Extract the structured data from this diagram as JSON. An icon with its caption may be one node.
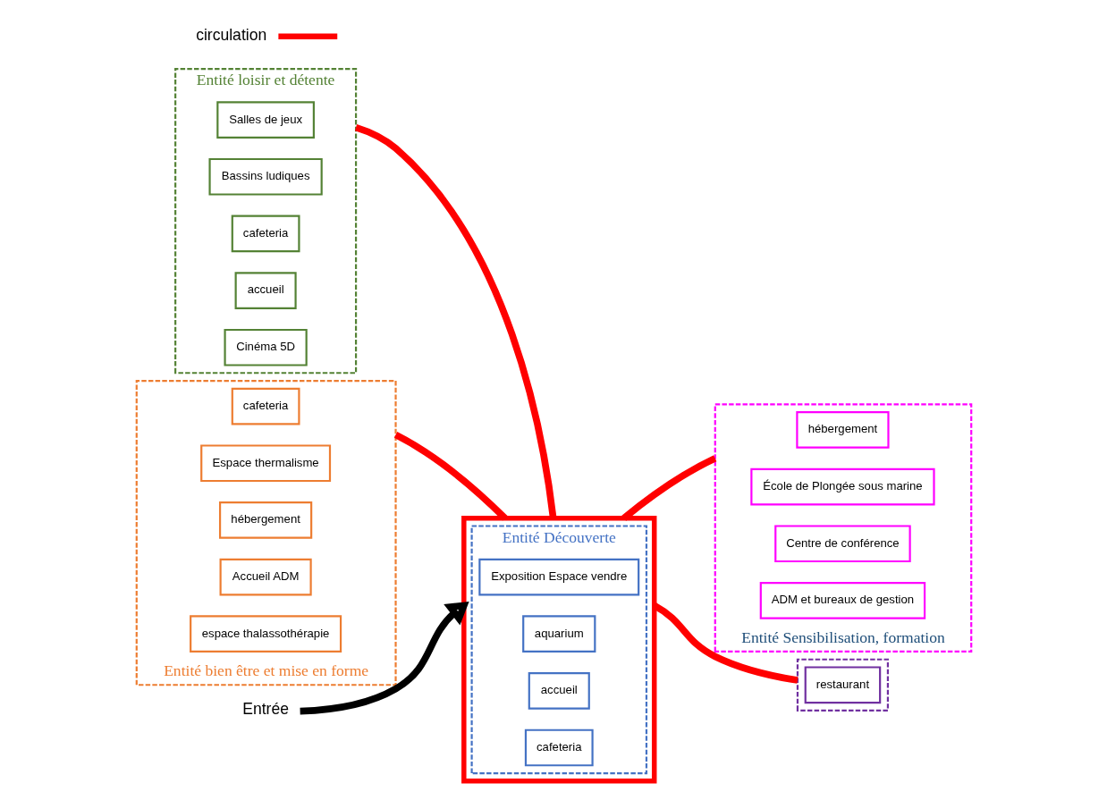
{
  "diagram": {
    "nodes": [
      {
        "text": [
          "Entité loisir et détente"
        ]
      },
      {
        "text": [
          "Salles de jeux"
        ],
        "in": 0
      },
      {
        "text": [
          "Bassins ludiques"
        ],
        "in": 0
      },
      {
        "text": [
          "cafeteria"
        ],
        "in": 0
      },
      {
        "text": [
          "accueil"
        ],
        "in": 0
      },
      {
        "text": [
          "Cinéma 5D"
        ],
        "in": 0
      },
      {
        "text": [
          "Entité bien être et mise en forme"
        ]
      },
      {
        "text": [
          "cafeteria"
        ],
        "in": 6
      },
      {
        "text": [
          "Espace thermalisme"
        ],
        "in": 6
      },
      {
        "text": [
          "hébergement"
        ],
        "in": 6
      },
      {
        "text": [
          "Accueil ADM"
        ],
        "in": 6
      },
      {
        "text": [
          "espace thalassothérapie"
        ],
        "in": 6
      },
      {
        "text": [],
        "shape": "box"
      },
      {
        "text": [
          "Entité Découverte"
        ],
        "in": 12
      },
      {
        "text": [
          "Exposition Espace vendre"
        ],
        "in": 13
      },
      {
        "text": [
          "aquarium"
        ],
        "in": 13
      },
      {
        "text": [
          "accueil"
        ],
        "in": 13
      },
      {
        "text": [
          "cafeteria"
        ],
        "in": 13
      },
      {
        "text": [
          "Entité Sensibilisation, formation"
        ]
      },
      {
        "text": [
          "hébergement"
        ],
        "in": 18
      },
      {
        "text": [
          "École de Plongée sous marine"
        ],
        "in": 18
      },
      {
        "text": [
          "Centre de conférence"
        ],
        "in": 18
      },
      {
        "text": [
          "ADM et bureaux de gestion"
        ],
        "in": 18
      },
      {
        "text": [],
        "shape": "box"
      },
      {
        "text": [
          "restaurant"
        ],
        "in": 23
      },
      {
        "text": [
          "Entrée"
        ]
      }
    ],
    "edges": [
      {
        "from": 12,
        "to": 0,
        "arrow": "none"
      },
      {
        "from": 6,
        "to": 12,
        "arrow": "none"
      },
      {
        "from": 12,
        "to": 18,
        "arrow": "none"
      },
      {
        "from": 12,
        "to": 23,
        "arrow": "none"
      },
      {
        "from": 25,
        "to": 12,
        "arrow": "to",
        "color": "#000000"
      }
    ],
    "legend": [
      {
        "text": "circulation"
      }
    ]
  }
}
